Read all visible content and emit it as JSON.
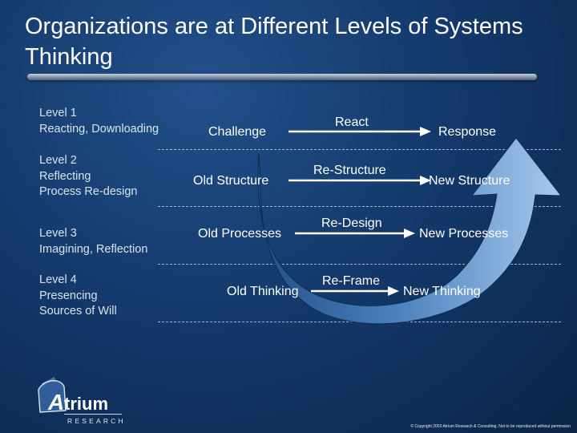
{
  "slide": {
    "title": "Organizations are at Different Levels of Systems Thinking"
  },
  "levels": [
    {
      "lines": [
        "Level 1",
        "Reacting, Downloading"
      ]
    },
    {
      "lines": [
        "Level 2",
        "Reflecting",
        "Process Re-design"
      ]
    },
    {
      "lines": [
        "Level 3",
        "Imagining, Reflection"
      ]
    },
    {
      "lines": [
        "Level 4",
        "Presencing",
        "Sources of Will"
      ]
    }
  ],
  "rows": [
    {
      "left": "Challenge",
      "middle": "React",
      "right": "Response"
    },
    {
      "left": "Old Structure",
      "middle": "Re-Structure",
      "right": "New Structure"
    },
    {
      "left": "Old Processes",
      "middle": "Re-Design",
      "right": "New Processes"
    },
    {
      "left": "Old Thinking",
      "middle": "Re-Frame",
      "right": "New Thinking"
    }
  ],
  "logo": {
    "name": "Atrium",
    "tagline": "RESEARCH"
  },
  "footer": {
    "copyright": "© Copyright 2003 Atrium Research & Consulting. Not to be reproduced without permission"
  },
  "colors": {
    "background": "#143a6c",
    "arc_left": "#2a5f9a",
    "arc_right": "#9fc4ea",
    "text": "#ffffff"
  }
}
